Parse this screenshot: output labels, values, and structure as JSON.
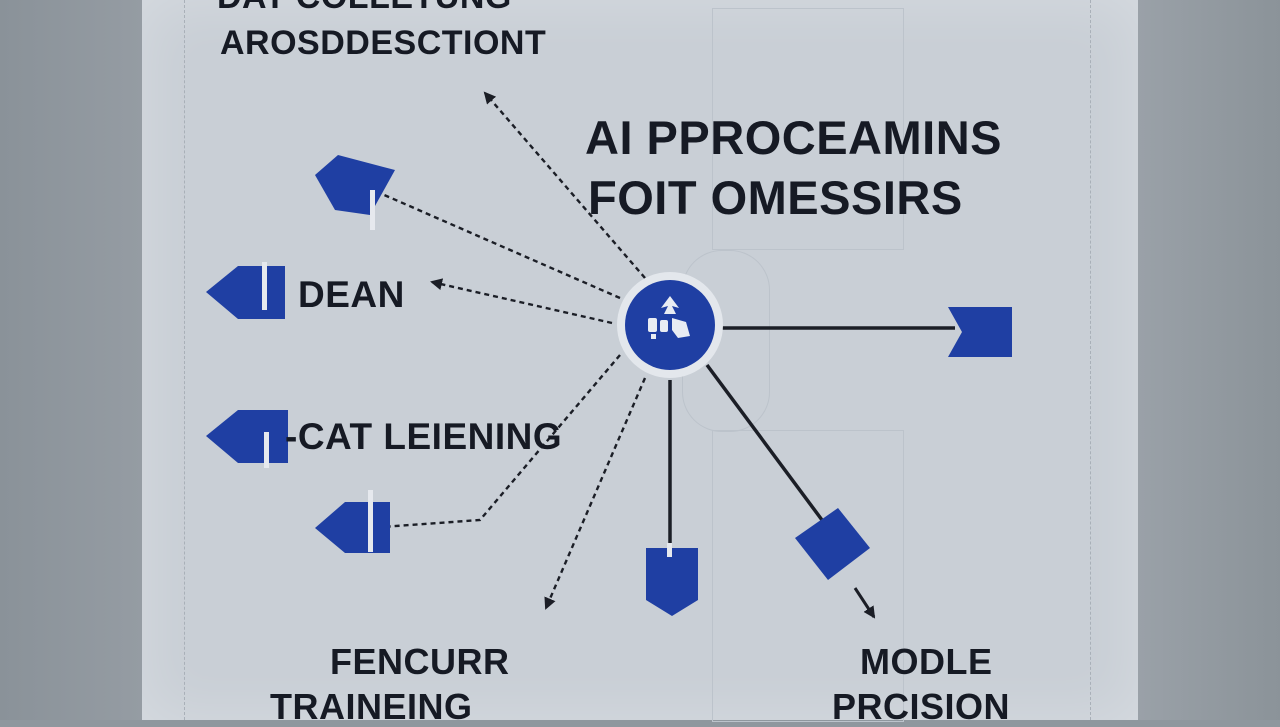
{
  "header": {
    "top_line_cut": "DAT COLLETUNG",
    "top_line": "AROSDDESCTIONT"
  },
  "title": {
    "line1": "AI PPROCEAMINS",
    "line2": "FOIT OMESSIRS"
  },
  "labels": {
    "left_upper": "DEAN",
    "left_lower": "-CAT LEIENING",
    "bottom_left_line1": "FENCURR",
    "bottom_left_line2": "TRAINEING",
    "bottom_right_line1": "MODLE",
    "bottom_right_line2": "PRCISION"
  },
  "colors": {
    "node_blue": "#1f3fa3",
    "line": "#1b1e26",
    "board": "#c9cfd6"
  },
  "icons": {
    "hub": "brain-robot-icon"
  }
}
